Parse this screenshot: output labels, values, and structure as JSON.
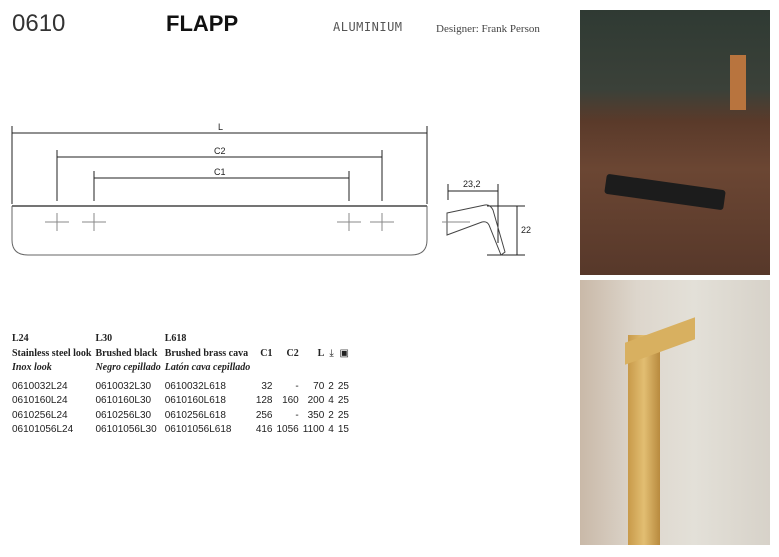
{
  "header": {
    "code": "0610",
    "name": "FLAPP",
    "material": "ALUMINIUM",
    "designer": "Designer: Frank Person"
  },
  "drawing": {
    "L": "L",
    "C2": "C2",
    "C1": "C1",
    "depth": "23,2",
    "height": "22"
  },
  "table": {
    "headers": [
      {
        "code": "L24",
        "en": "Stainless steel look",
        "es": "Inox look"
      },
      {
        "code": "L30",
        "en": "Brushed black",
        "es": "Negro cepillado"
      },
      {
        "code": "L618",
        "en": "Brushed brass cava",
        "es": "Latón cava cepillado"
      }
    ],
    "cols": [
      "C1",
      "C2",
      "L"
    ],
    "icons": [
      "download-icon",
      "box-icon"
    ],
    "rows": [
      [
        "0610032L24",
        "0610032L30",
        "0610032L618",
        "32",
        "-",
        "70",
        "2",
        "25"
      ],
      [
        "0610160L24",
        "0610160L30",
        "0610160L618",
        "128",
        "160",
        "200",
        "4",
        "25"
      ],
      [
        "0610256L24",
        "0610256L30",
        "0610256L618",
        "256",
        "-",
        "350",
        "2",
        "25"
      ],
      [
        "06101056L24",
        "06101056L30",
        "06101056L618",
        "416",
        "1056",
        "1100",
        "4",
        "15"
      ]
    ]
  }
}
